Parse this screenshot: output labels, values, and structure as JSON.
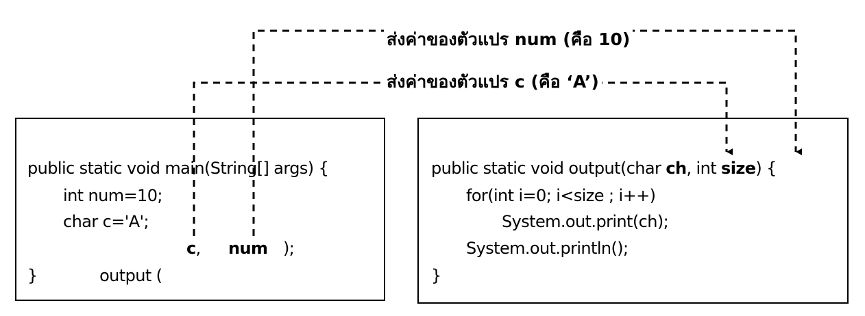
{
  "labels": {
    "num_label": "ส่งค่าของตัวแปร num (คือ 10)",
    "c_label": "ส่งค่าของตัวแปร c (คือ ‘A’)"
  },
  "left_code": {
    "line1": "public static void main(String[] args) {",
    "line2": "int num=10;",
    "line3": "char c='A';",
    "line4_pre": "output (",
    "line4_arg1": "c",
    "line4_sep": ",",
    "line4_arg2": "num",
    "line4_post": ");",
    "line5": "}"
  },
  "right_code": {
    "line1_pre": "public static void output(char ",
    "line1_p1": "ch",
    "line1_mid": ", int ",
    "line1_p2": "size",
    "line1_post": ") {",
    "line2": "for(int i=0; i<size ; i++)",
    "line3": "System.out.print(ch);",
    "line4": "System.out.println();",
    "line5": "}"
  },
  "colors": {
    "stroke": "#000000",
    "background": "#ffffff"
  }
}
